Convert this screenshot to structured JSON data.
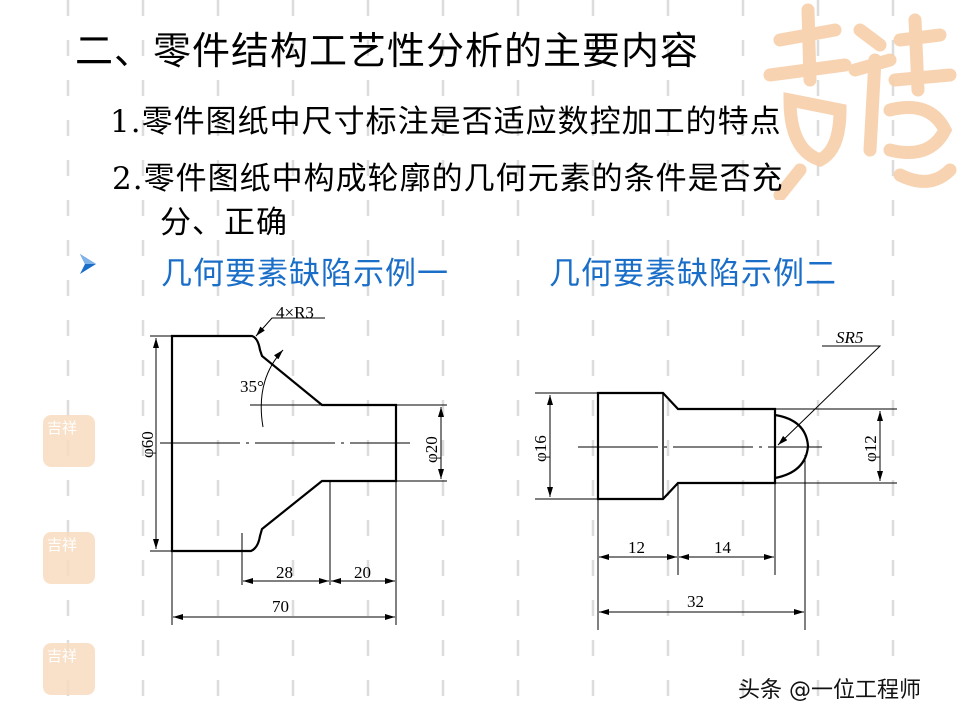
{
  "slide": {
    "title": "二、零件结构工艺性分析的主要内容",
    "items": [
      {
        "label": "1.零件图纸中尺寸标注是否适应数控加工的特点"
      },
      {
        "label_line1": "2.零件图纸中构成轮廓的几何元素的条件是否充",
        "label_line2": "分、正确"
      }
    ],
    "bullet": {
      "icon": "arrow-bullet-icon",
      "example1": "几何要素缺陷示例一",
      "example2": "几何要素缺陷示例二",
      "color": "#1a6ec8"
    }
  },
  "drawing1": {
    "fillet_label": "4×R3",
    "angle_label": "35°",
    "dia_large": "φ60",
    "dia_small": "φ20",
    "len_taper": "28",
    "len_shaft": "20",
    "len_total": "70"
  },
  "drawing2": {
    "sphere_label": "SR5",
    "dia_large": "φ16",
    "dia_small": "φ12",
    "len_head": "12",
    "len_shaft": "14",
    "len_total": "32"
  },
  "decor": {
    "seal_color": "#f7c99e",
    "seal_text": "吉祥"
  },
  "watermark": "头条 @一位工程师"
}
